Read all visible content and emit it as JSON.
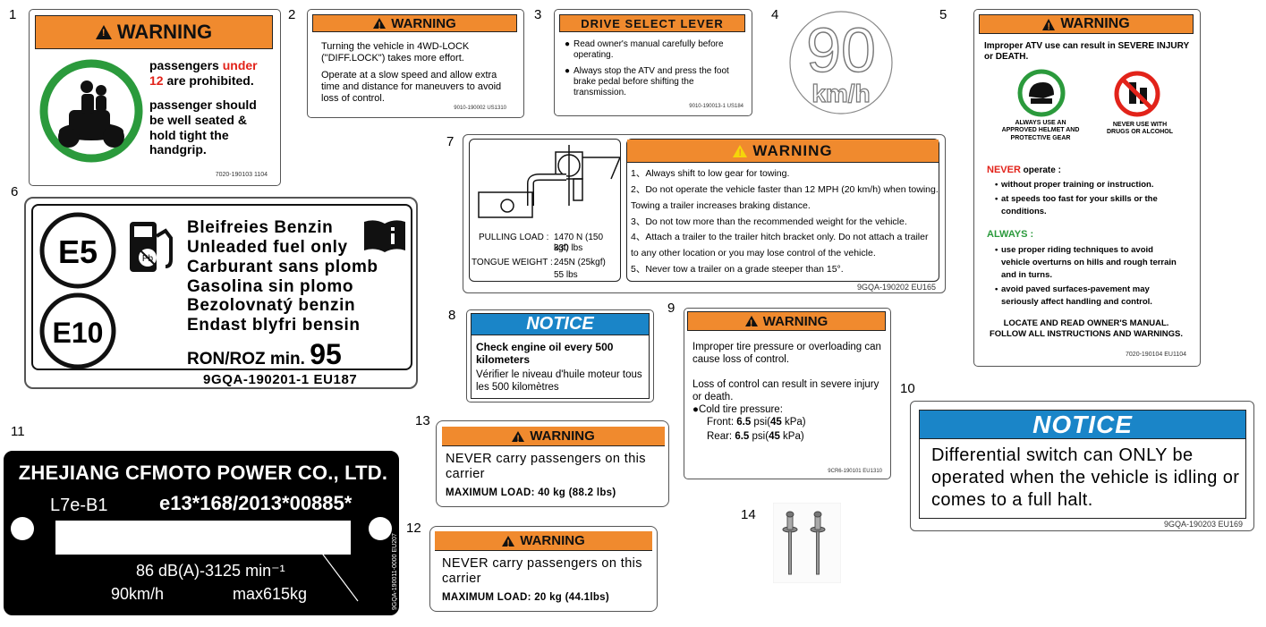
{
  "numbers": [
    "1",
    "2",
    "3",
    "4",
    "5",
    "6",
    "7",
    "8",
    "9",
    "10",
    "11",
    "12",
    "13",
    "14"
  ],
  "l1": {
    "header": "WARNING",
    "line1a": "passengers ",
    "line1b": "under",
    "line2a": "12",
    "line2b": " are prohibited.",
    "line3": "passenger should",
    "line4": "be well seated &",
    "line5": "hold tight the",
    "line6": "handgrip.",
    "code": "7020-190103   1104"
  },
  "l2": {
    "header": "WARNING",
    "p1": "Turning the vehicle in 4WD-LOCK (\"DIFF.LOCK\") takes more effort.",
    "p2": "Operate at a slow speed and allow extra time and distance for maneuvers to avoid loss of control.",
    "code": "9010-190002  US1310"
  },
  "l3": {
    "header": "DRIVE SELECT LEVER",
    "b1": "Read owner's manual carefully before operating.",
    "b2": "Always stop the ATV and press the foot brake pedal before shifting the transmission.",
    "code": "9010-190013-1   US184"
  },
  "l4": {
    "speed": "90",
    "unit": "km/h"
  },
  "l5": {
    "header": "WARNING",
    "intro": "Improper ATV use can result in SEVERE INJURY or DEATH.",
    "icon1": "ALWAYS USE AN APPROVED HELMET AND PROTECTIVE GEAR",
    "icon2": "NEVER USE WITH DRUGS OR ALCOHOL",
    "never_title": "NEVER",
    "never_suffix": " operate :",
    "never_items": [
      "without proper training or instruction.",
      "at speeds too fast for your skills or the conditions."
    ],
    "always_title": "ALWAYS :",
    "always_items": [
      "use proper riding techniques to avoid vehicle overturns on hills and rough terrain and in turns.",
      "avoid paved surfaces-pavement may seriously affect handling and control."
    ],
    "footer1": "LOCATE AND READ OWNER'S MANUAL.",
    "footer2": "FOLLOW ALL INSTRUCTIONS AND WARNINGS.",
    "code": "7020-190104   EU1104"
  },
  "l6": {
    "e5": "E5",
    "e10": "E10",
    "lines": [
      "Bleifreies Benzin",
      "Unleaded fuel only",
      "Carburant sans plomb",
      "Gasolina sin plomo",
      "Bezolovnatý benzin",
      "Endast blyfri bensin"
    ],
    "ron": "RON/ROZ min.",
    "ron_val": "95",
    "code": "9GQA-190201-1   EU187"
  },
  "l7": {
    "pulling_label": "PULLING LOAD :",
    "pulling_val1": "1470 N (150 kgf)",
    "pulling_val2": "330 lbs",
    "tongue_label": "TONGUE WEIGHT :",
    "tongue_val1": "245N (25kgf)",
    "tongue_val2": "55 lbs",
    "header": "WARNING",
    "items": [
      "1、Always shift to low gear for towing.",
      "2、Do not operate the vehicle faster than 12 MPH (20 km/h) when towing. Towing a trailer increases braking distance.",
      "3、Do not tow more than the recommended weight for the vehicle.",
      "4、Attach a trailer to the trailer hitch bracket only. Do not attach a trailer to any other location or you may lose control of the vehicle.",
      "5、Never tow a trailer on a grade steeper than 15°."
    ],
    "code": "9GQA-190202   EU165"
  },
  "l8": {
    "header": "NOTICE",
    "en": "Check engine oil every 500 kilometers",
    "fr": "Vérifier le niveau d'huile moteur tous les 500 kilomètres"
  },
  "l9": {
    "header": "WARNING",
    "p1": "Improper tire pressure or overloading can cause loss of control.",
    "p2": "Loss of control can result in severe injury or death.",
    "p3": "●Cold tire pressure:",
    "front_label": "Front: ",
    "front_val": "6.5",
    "front_psi": " psi(",
    "front_kpa": "45",
    "front_end": " kPa)",
    "rear_label": "Rear: ",
    "rear_val": "6.5",
    "rear_psi": " psi(",
    "rear_kpa": "45",
    "rear_end": " kPa)",
    "code": "9CR6-190101   EU1310"
  },
  "l10": {
    "header": "NOTICE",
    "text": "Differential switch can ONLY be operated when the vehicle is idling or comes to a full halt.",
    "code": "9GQA-190203   EU169"
  },
  "l11": {
    "company": "ZHEJIANG CFMOTO POWER CO., LTD.",
    "category": "L7e-B1",
    "approval": "e13*168/2013*00885*",
    "noise": "86 dB(A)-3125 min⁻¹",
    "speed": "90km/h",
    "max": "max615kg",
    "side_code": "9GQA-190011-0000   EU207"
  },
  "l12": {
    "header": "WARNING",
    "text": "NEVER carry passengers on this carrier",
    "load": "MAXIMUM LOAD: 20 kg (44.1lbs)"
  },
  "l13": {
    "header": "WARNING",
    "text": "NEVER carry passengers on this carrier",
    "load": "MAXIMUM LOAD: 40 kg (88.2 lbs)"
  },
  "colors": {
    "orange": "#f08a2e",
    "blue": "#1a85c8",
    "red": "#e2231a",
    "green": "#2b9a3c"
  }
}
